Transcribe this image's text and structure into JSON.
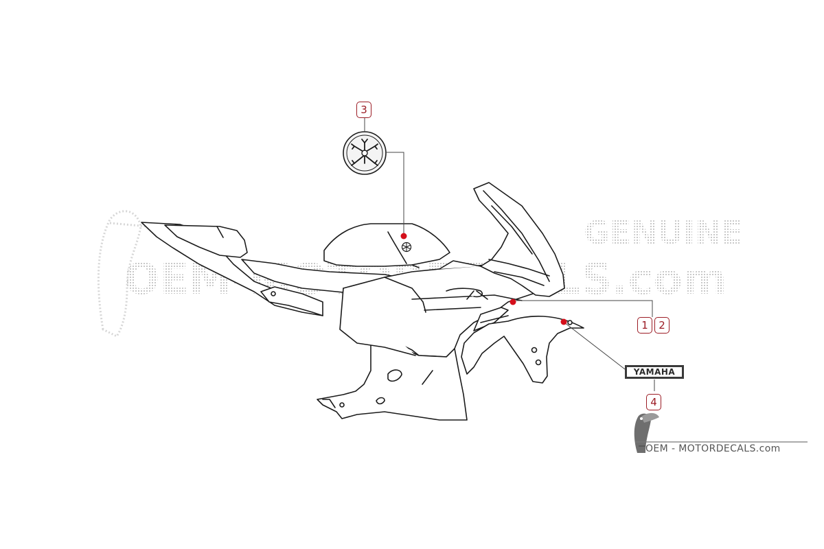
{
  "callouts": [
    {
      "id": "3",
      "label": "3"
    },
    {
      "id": "1",
      "label": "1"
    },
    {
      "id": "2",
      "label": "2"
    },
    {
      "id": "4",
      "label": "4"
    }
  ],
  "sticker": {
    "text": "YAMAHA"
  },
  "watermark": {
    "brand": "OEM-MOTORDECALS.com",
    "badge": "GENUINE"
  },
  "footer": {
    "site": "OEM - MOTORDECALS.com"
  },
  "colors": {
    "accent": "#9b1b24",
    "line": "#1a1a1a",
    "marker": "#d40f1b",
    "watermark": "#cfcfcf"
  }
}
